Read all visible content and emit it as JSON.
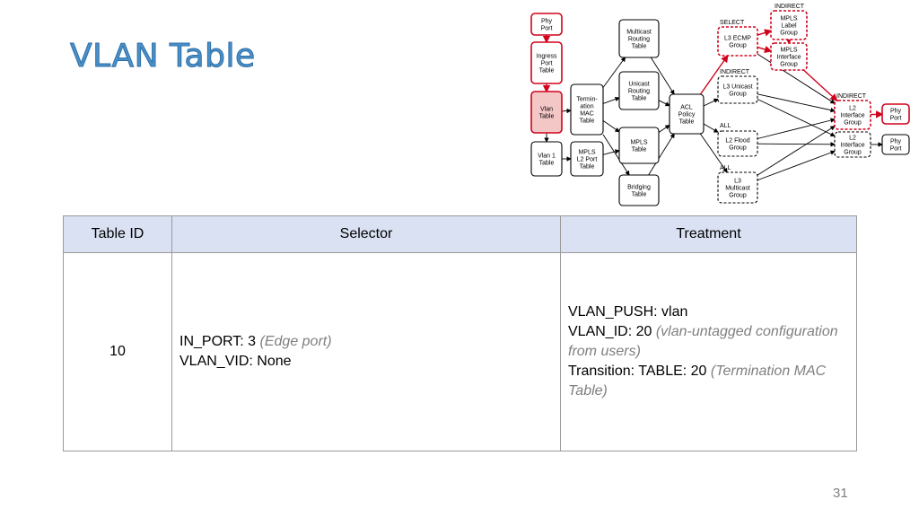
{
  "slide": {
    "title": "VLAN Table",
    "page_number": "31"
  },
  "diagram": {
    "tables": {
      "phy_port_in": "Phy|Port",
      "ingress_port": "Ingress|Port|Table",
      "vlan": "Vlan|Table",
      "vlan1": "Vlan 1|Table",
      "termination_mac": "Termin-|ation|MAC|Table",
      "mpls_l2_port": "MPLS|L2 Port|Table",
      "multicast_routing": "Multicast|Routing|Table",
      "unicast_routing": "Unicast|Routing|Table",
      "mpls": "MPLS|Table",
      "bridging": "Bridging|Table",
      "acl_policy": "ACL|Policy|Table"
    },
    "groups": {
      "l3_ecmp": "L3 ECMP|Group",
      "mpls_label": "MPLS|Label|Group",
      "mpls_interface": "MPLS|Interface|Group",
      "l3_unicast": "L3 Unicast|Group",
      "l2_flood": "L2 Flood|Group",
      "l3_multicast": "L3|Multicast|Group",
      "l2_interface_1": "L2|Interface|Group",
      "l2_interface_2": "L2|Interface|Group",
      "phy_port_out_1": "Phy|Port",
      "phy_port_out_2": "Phy|Port"
    },
    "group_type_labels": {
      "indirect_top": "INDIRECT",
      "select": "SELECT",
      "indirect_l3": "INDIRECT",
      "all_flood": "ALL",
      "all_l3mc": "ALL",
      "indirect_l2": "INDIRECT"
    }
  },
  "table": {
    "headers": {
      "table_id": "Table ID",
      "selector": "Selector",
      "treatment": "Treatment"
    },
    "row": {
      "table_id": "10",
      "selector": [
        {
          "text": "IN_PORT: 3 ",
          "note": "(Edge port)"
        },
        {
          "text": "VLAN_VID: None",
          "note": ""
        }
      ],
      "treatment": [
        {
          "text": "VLAN_PUSH: vlan",
          "note": ""
        },
        {
          "text": "VLAN_ID: 20 ",
          "note": "(vlan-untagged configuration from users)"
        },
        {
          "text": "Transition: TABLE: 20 ",
          "note": "(Termination MAC Table)"
        }
      ]
    }
  },
  "colors": {
    "title": "#4a90c8",
    "header_fill": "#d9e1f2",
    "highlight_red": "#d0021b",
    "highlight_fill": "#f4c7c7",
    "note_gray": "#7f7f7f"
  }
}
